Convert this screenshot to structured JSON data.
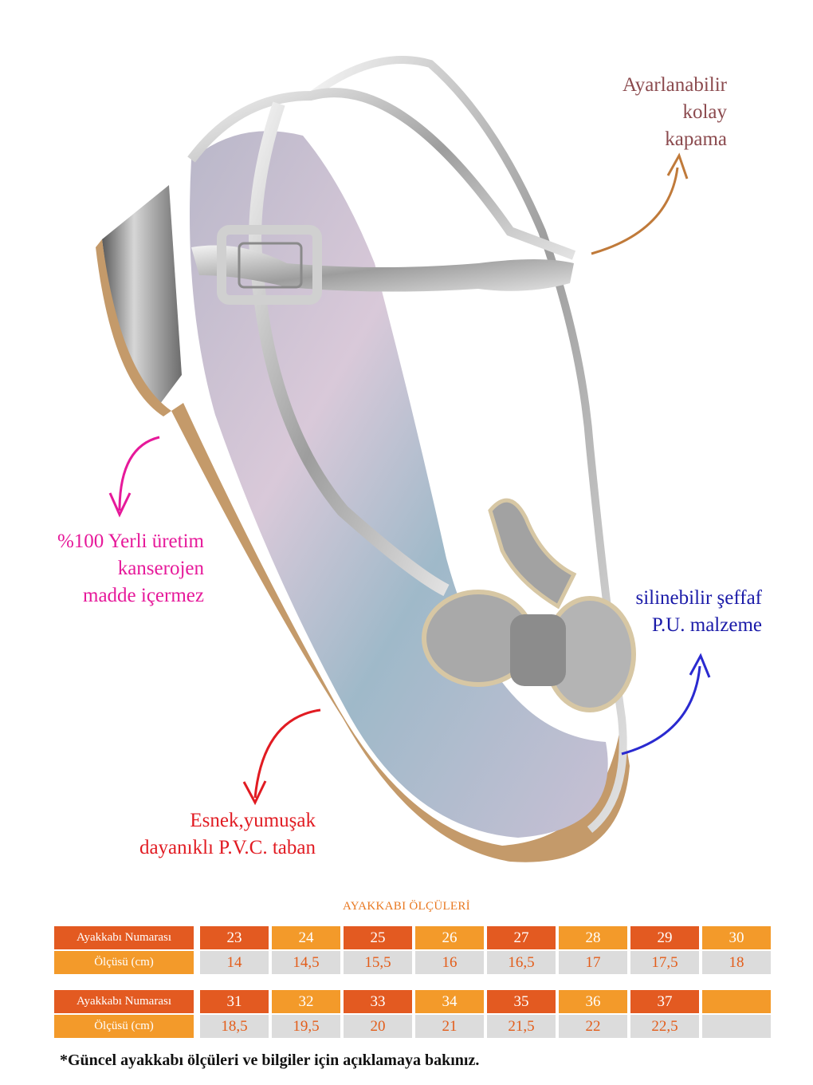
{
  "callouts": {
    "closure": [
      "Ayarlanabilir",
      "kolay",
      "kapama"
    ],
    "local": [
      "%100 Yerli üretim",
      "kanserojen",
      "madde içermez"
    ],
    "material": [
      "silinebilir şeffaf",
      "P.U. malzeme"
    ],
    "sole": [
      "Esnek,yumuşak",
      "dayanıklı P.V.C. taban"
    ]
  },
  "colors": {
    "closure": "#8b4a4e",
    "local": "#e6199a",
    "material": "#1a1aa8",
    "sole": "#e11b22",
    "orange_dark": "#e35a21",
    "orange_light": "#f39a2a"
  },
  "size_table": {
    "title": "AYAKKABI ÖLÇÜLERİ",
    "row_label_number": "Ayakkabı Numarası",
    "row_label_size": "Ölçüsü (cm)",
    "rows1": {
      "numbers": [
        "23",
        "24",
        "25",
        "26",
        "27",
        "28",
        "29",
        "30"
      ],
      "sizes": [
        "14",
        "14,5",
        "15,5",
        "16",
        "16,5",
        "17",
        "17,5",
        "18"
      ]
    },
    "rows2": {
      "numbers": [
        "31",
        "32",
        "33",
        "34",
        "35",
        "36",
        "37",
        ""
      ],
      "sizes": [
        "18,5",
        "19,5",
        "20",
        "21",
        "21,5",
        "22",
        "22,5",
        ""
      ]
    }
  },
  "footnote": "*Güncel ayakkabı ölçüleri ve bilgiler için açıklamaya bakınız."
}
